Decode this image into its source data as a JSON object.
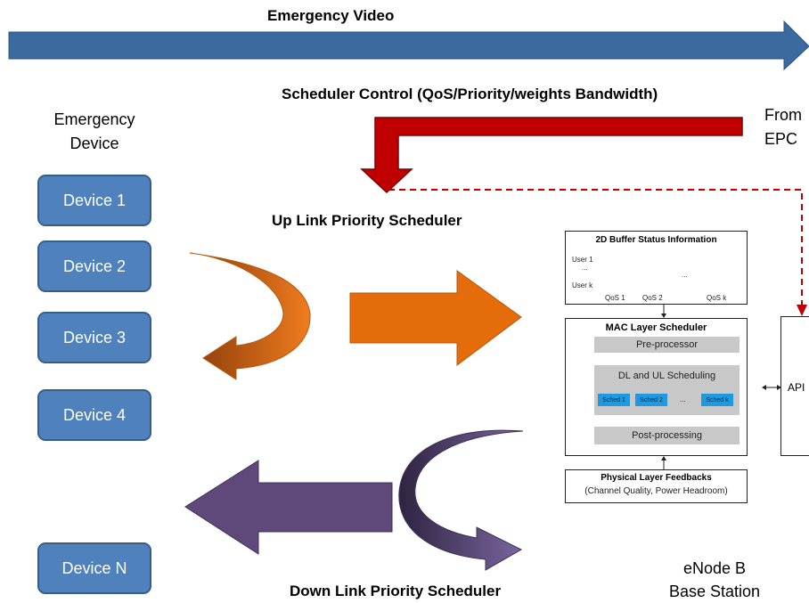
{
  "title": "Emergency Video",
  "scheduler_control": "Scheduler Control (QoS/Priority/weights Bandwidth)",
  "from_epc": [
    "From",
    "EPC"
  ],
  "emergency_device": [
    "Emergency",
    "Device"
  ],
  "devices": [
    "Device 1",
    "Device 2",
    "Device 3",
    "Device 4",
    "Device N"
  ],
  "uplink_label": "Up Link Priority Scheduler",
  "downlink_label": "Down Link Priority Scheduler",
  "enodeb": [
    "eNode B",
    "Base Station"
  ],
  "buffer": {
    "title": "2D Buffer Status Information",
    "user1": "User 1",
    "dots": "...",
    "userk": "User k",
    "qos1": "QoS 1",
    "qos2": "QoS 2",
    "qosk": "QoS k",
    "mid_dots": "..."
  },
  "mac": {
    "title": "MAC Layer Scheduler",
    "pre": "Pre-processor",
    "dlul": "DL and UL Scheduling",
    "sched1": "Sched 1",
    "sched2": "Sched 2",
    "schedk": "Sched k",
    "sched_dots": "...",
    "post": "Post-processing"
  },
  "phy": {
    "title": "Physical Layer Feedbacks",
    "subtitle": "(Channel Quality, Power Headroom)"
  },
  "api_label": "API",
  "colors": {
    "blue_arrow": "#3b6aa0",
    "red_arrow": "#c00000",
    "orange": "#e46c0a",
    "purple": "#5f497a",
    "device_fill": "#4f81bd",
    "sched_fill": "#1f9ae0"
  }
}
